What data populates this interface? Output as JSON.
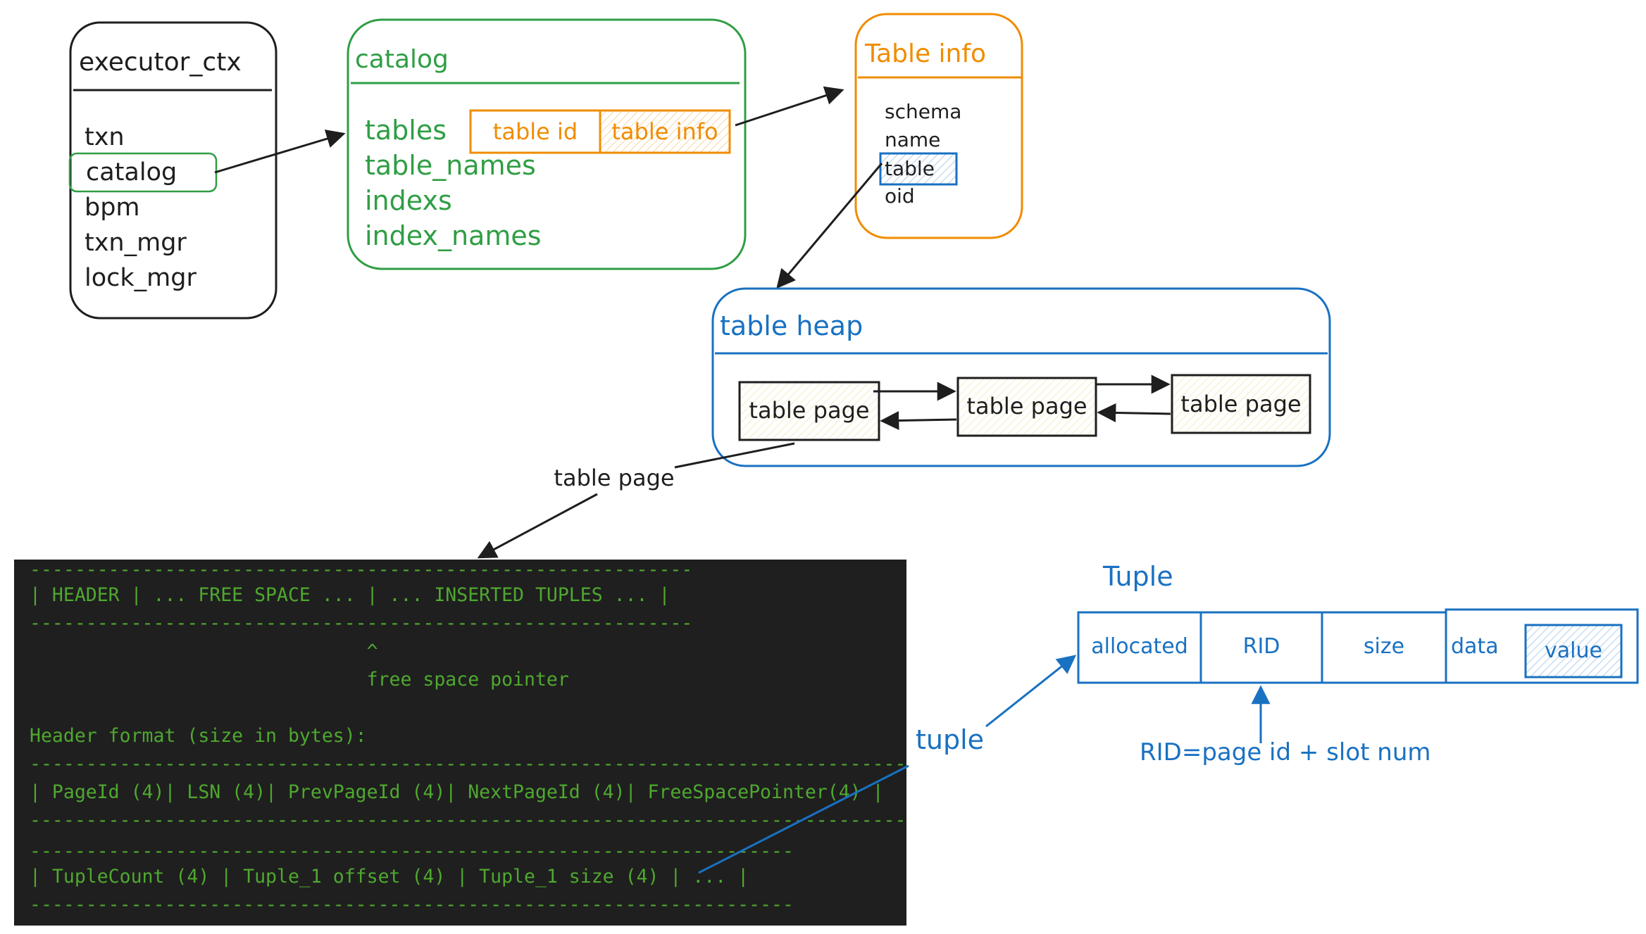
{
  "executor_ctx": {
    "title": "executor_ctx",
    "fields": [
      "txn",
      "catalog",
      "bpm",
      "txn_mgr",
      "lock_mgr"
    ]
  },
  "catalog": {
    "title": "catalog",
    "fields": [
      "tables",
      "table_names",
      "indexs",
      "index_names"
    ],
    "tables_map": {
      "key": "table id",
      "value": "table info"
    }
  },
  "table_info": {
    "title": "Table info",
    "fields": [
      "schema",
      "name",
      "table",
      "oid"
    ]
  },
  "table_heap": {
    "title": "table heap",
    "pages": [
      "table page",
      "table page",
      "table page"
    ]
  },
  "page_arrow_label": "table page",
  "terminal": {
    "lines": [
      "-----------------------------------------------------------",
      "| HEADER | ... FREE SPACE ... | ... INSERTED TUPLES ... |",
      "-----------------------------------------------------------",
      "                              ^",
      "                              free space pointer",
      "",
      "Header format (size in bytes):",
      "--------------------------------------------------------------------------------",
      "| PageId (4)| LSN (4)| PrevPageId (4)| NextPageId (4)| FreeSpacePointer(4) |",
      "--------------------------------------------------------------------------------",
      "",
      "--------------------------------------------------------------------",
      "| TupleCount (4) | Tuple_1 offset (4) | Tuple_1 size (4) | ... |",
      "--------------------------------------------------------------------"
    ]
  },
  "tuple": {
    "title": "Tuple",
    "fields": [
      "allocated",
      "RID",
      "size",
      "data",
      "value"
    ],
    "pointer_label": "tuple",
    "rid_note": "RID=page id + slot num"
  },
  "colors": {
    "black": "#1e1e1e",
    "green": "#2f9e44",
    "orange": "#f08c00",
    "blue": "#1971c2",
    "page_fill": "#fff9db",
    "terminal_bg": "#1f1f1f",
    "terminal_text": "#4fa82f"
  }
}
